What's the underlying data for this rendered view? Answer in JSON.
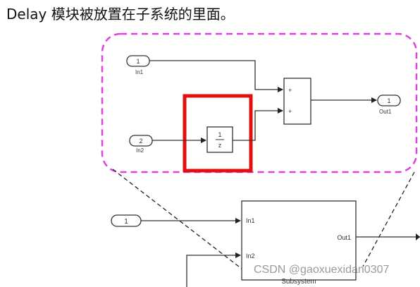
{
  "caption": "Delay 模块被放置在子系统的里面。",
  "subsystem_view": {
    "in1_port": {
      "number": "1",
      "label": "In1"
    },
    "in2_port": {
      "number": "2",
      "label": "In2"
    },
    "delay_block": {
      "numerator": "1",
      "denominator": "z"
    },
    "sum_block": {
      "sign_top": "+",
      "sign_bottom": "+"
    },
    "out1_port": {
      "number": "1",
      "label": "Out1"
    }
  },
  "parent_model": {
    "in_port_number": "1",
    "subsystem_block": {
      "input_1_label": "In1",
      "input_2_label": "In2",
      "output_label": "Out1",
      "name": "Subsystem"
    }
  },
  "watermark": "CSDN @gaoxuexidan0307",
  "colors": {
    "dashed_frame": "#e040e0",
    "highlight_box": "#e01010",
    "lines": "#333333"
  }
}
